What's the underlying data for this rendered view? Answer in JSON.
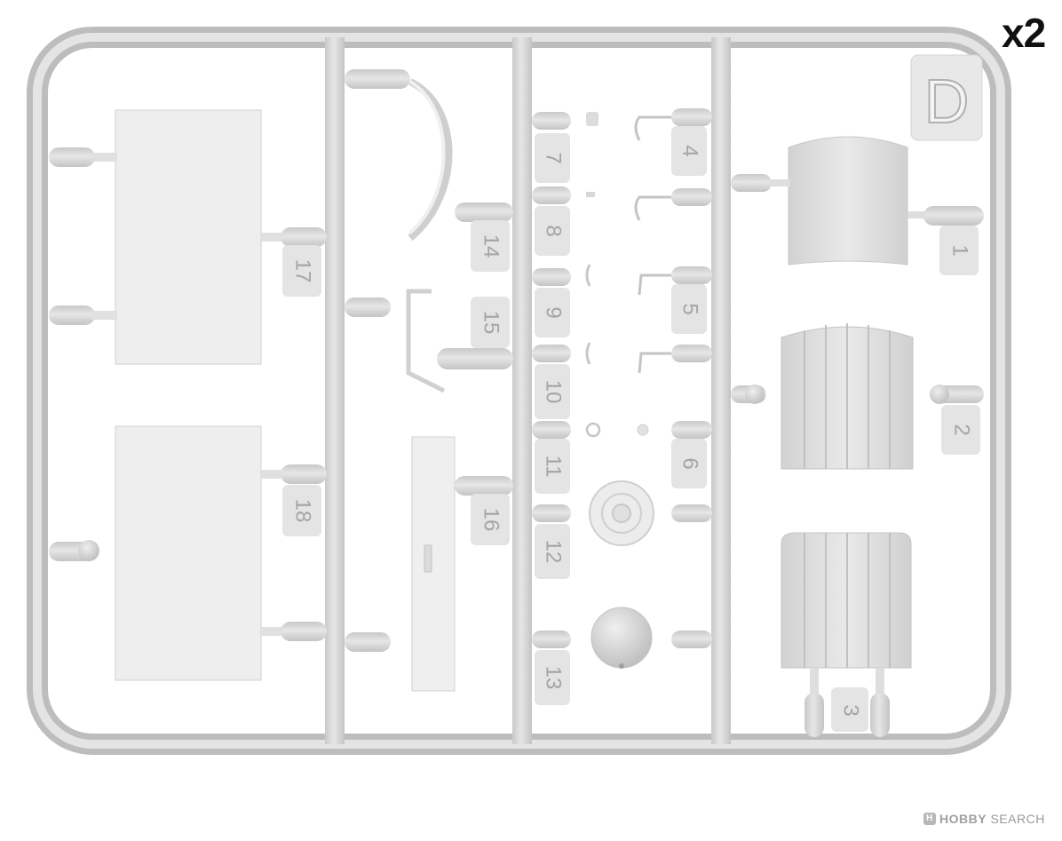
{
  "multiplier": "x2",
  "sprue_letter": "D",
  "watermark": {
    "brand": "HOBBY",
    "suffix": "SEARCH",
    "logo": "H"
  },
  "part_numbers": [
    "1",
    "2",
    "3",
    "4",
    "5",
    "6",
    "7",
    "8",
    "9",
    "10",
    "11",
    "12",
    "13",
    "14",
    "15",
    "16",
    "17",
    "18"
  ],
  "colors": {
    "sprue": "#d9d9d9",
    "sprue_edge": "#b5b5b5",
    "part": "#e6e6e6",
    "tag": "#e3e3e3",
    "tag_text": "#9c9c9c"
  }
}
